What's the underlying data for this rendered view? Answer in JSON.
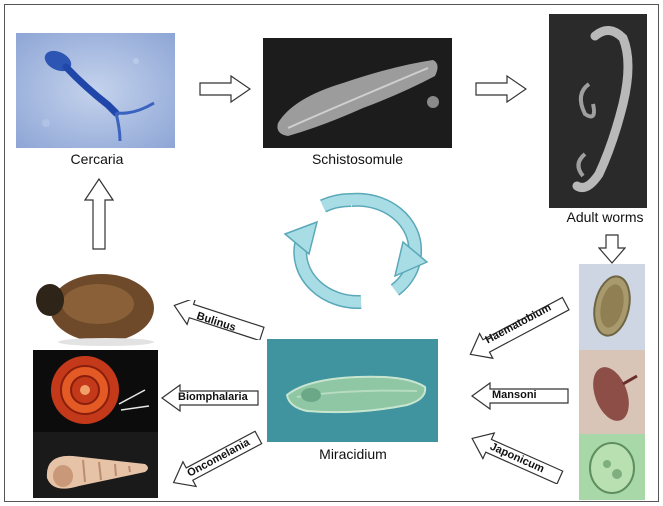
{
  "stages": {
    "cercaria": "Cercaria",
    "schistosomule": "Schistosomule",
    "adult_worms": "Adult worms",
    "miracidium": "Miracidium"
  },
  "snails": [
    "Bulinus",
    "Biomphalaria",
    "Oncomelania"
  ],
  "species": [
    "Haematobium",
    "Mansoni",
    "Japonicum"
  ],
  "colors": {
    "cycle_arrow": "#a9dde6",
    "cycle_outline": "#5aa8b8",
    "cercaria_bg": "#9ab2dc",
    "miracidium_bg": "#3f94a0"
  }
}
